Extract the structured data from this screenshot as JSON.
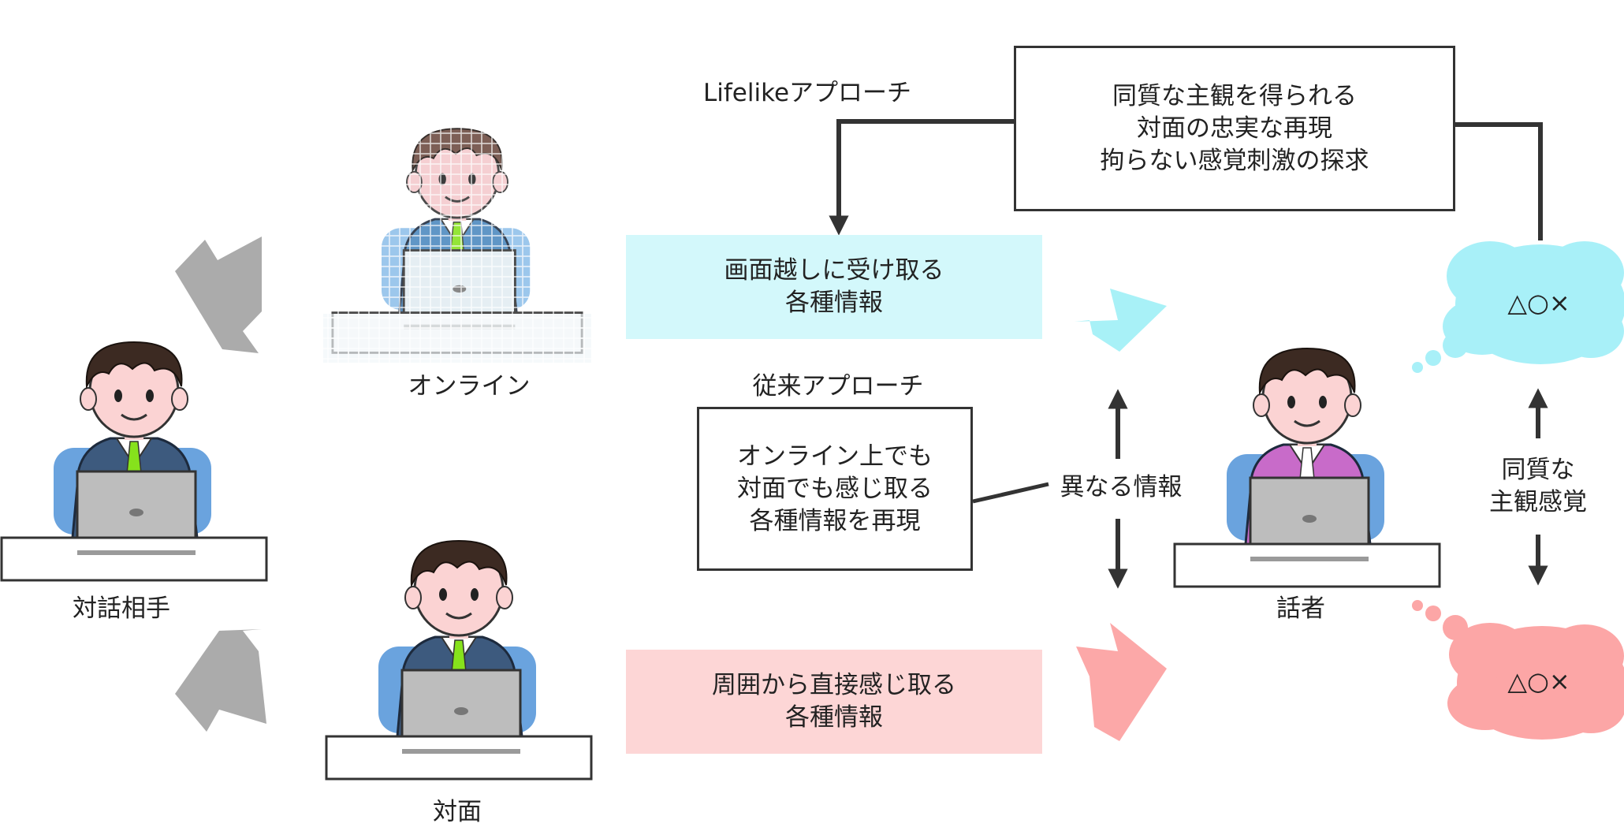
{
  "labels": {
    "partner": "対話相手",
    "online": "オンライン",
    "facetoface": "対面",
    "speaker": "話者",
    "lifelike_approach": "Lifelikeアプローチ",
    "conventional_approach": "従来アプローチ",
    "different_info": "異なる情報",
    "same_quality_lines": [
      "同質な",
      "主観感覚"
    ]
  },
  "boxes": {
    "lifelike_lines": [
      "同質な主観を得られる",
      "対面の忠実な再現",
      "拘らない感覚刺激の探求"
    ],
    "conventional_lines": [
      "オンライン上でも",
      "対面でも感じ取る",
      "各種情報を再現"
    ],
    "screen_info_lines": [
      "画面越しに受け取る",
      "各種情報"
    ],
    "direct_info_lines": [
      "周囲から直接感じ取る",
      "各種情報"
    ]
  },
  "bubbles": {
    "online_symbols": "△○×",
    "facetoface_symbols": "△○×"
  },
  "colors": {
    "screen_info_bg": "#d3f8fb",
    "direct_info_bg": "#fdd6d6",
    "online_arrow": "#a8f1f7",
    "facetoface_arrow": "#fca8a8",
    "gray_arrow": "#ababab",
    "cyan_bubble": "#a8f0f8",
    "pink_bubble": "#fca6a6",
    "suit": "#3d5a7e",
    "chair": "#6aa3de",
    "laptop": "#bdbdbd",
    "tie": "#86e21c",
    "speaker_sweater": "#c86bc9",
    "skin": "#fbd3d3",
    "hair": "#3c2a22"
  },
  "icons": [
    "right-arrow-icon",
    "double-arrow-icon",
    "thought-bubble-icon",
    "person-at-laptop-icon"
  ]
}
